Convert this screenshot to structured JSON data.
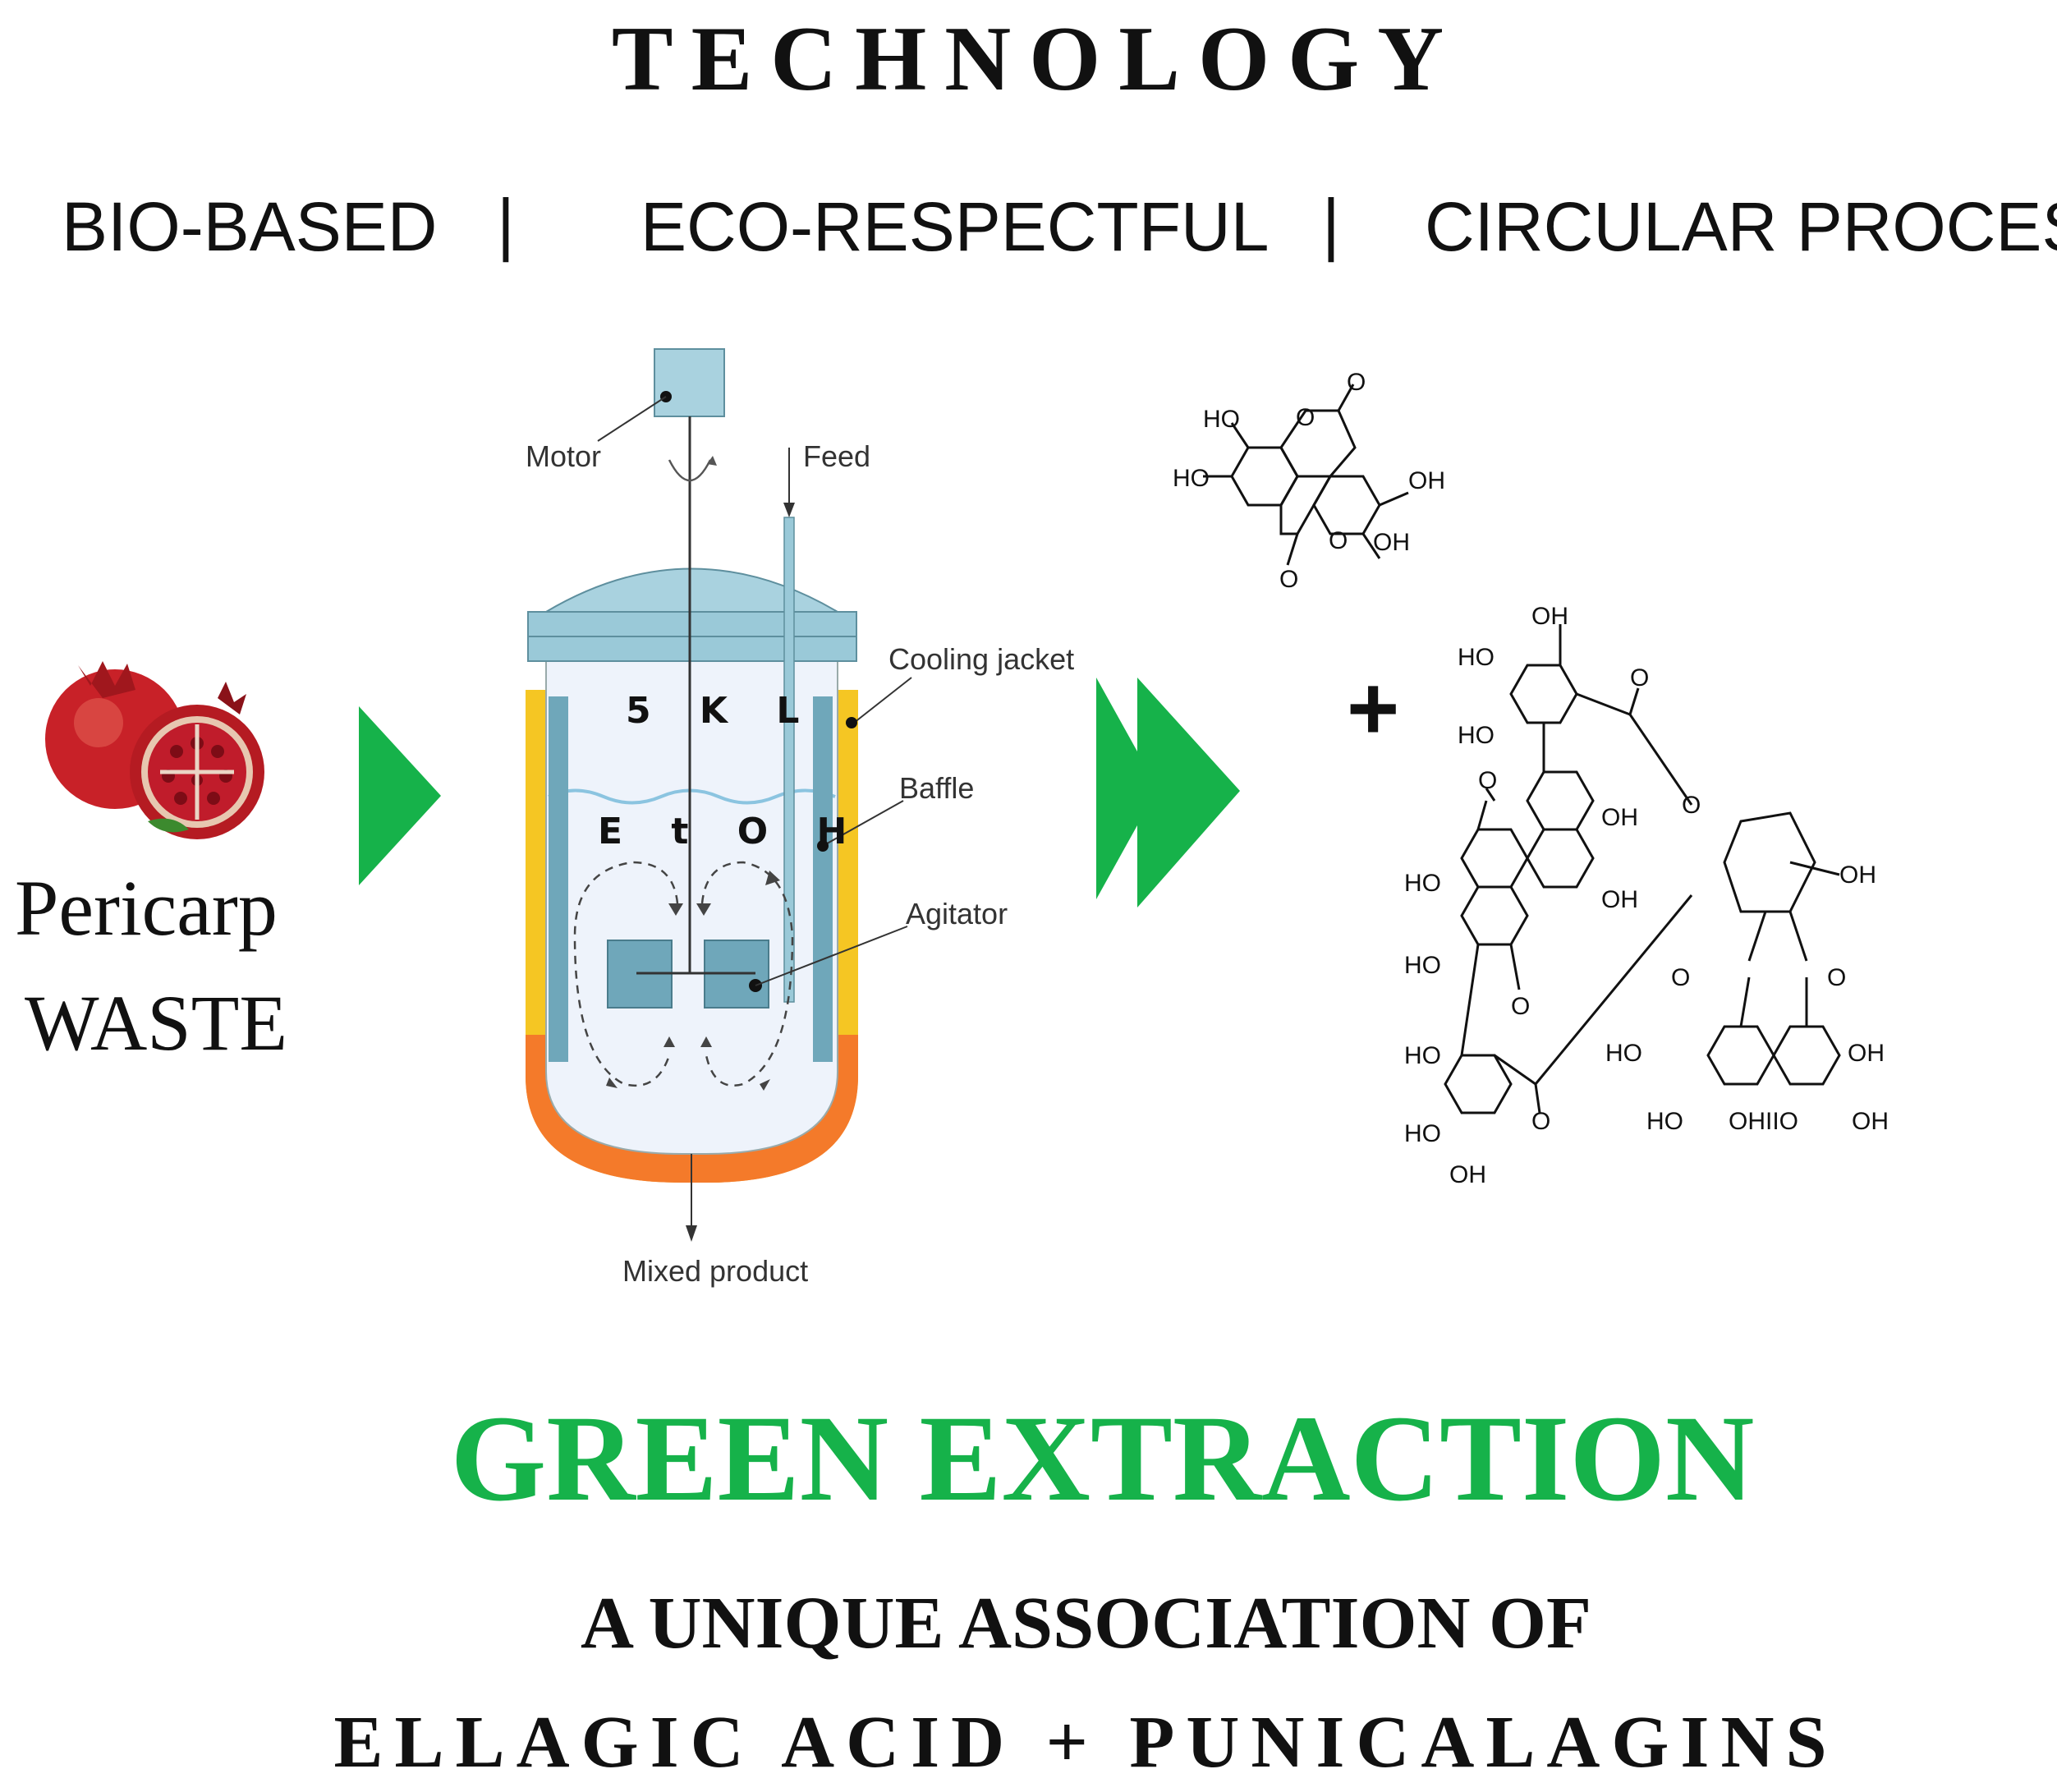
{
  "header": {
    "title": "TECHNOLOGY",
    "tags": [
      "BIO-BASED",
      "ECO-RESPECTFUL",
      "CIRCULAR PROCESS"
    ],
    "separator": "|"
  },
  "input": {
    "line1": "Pericarp",
    "line2": "WASTE",
    "image_icon": "pomegranate-icon"
  },
  "reactor": {
    "labels": {
      "motor": "Motor",
      "feed": "Feed",
      "cooling_jacket": "Cooling jacket",
      "baffle": "Baffle",
      "agitator": "Agitator",
      "mixed_product": "Mixed product"
    },
    "volume": "5 K L",
    "solvent": "E t O H"
  },
  "output": {
    "plus": "+",
    "molecules": [
      "ellagic-acid-structure-icon",
      "punicalagin-structure-icon"
    ],
    "groups": {
      "ho": "HO",
      "oh": "OH",
      "o": "O",
      "oh_hashed": "OHIIO"
    }
  },
  "footer": {
    "headline": "GREEN EXTRACTION",
    "line1": "A UNIQUE ASSOCIATION OF",
    "line2": "ELLAGIC ACID + PUNICALAGINS"
  },
  "colors": {
    "accent_green": "#16b24a",
    "reactor_blue": "#8fc4d4",
    "jacket_yellow": "#f5c623",
    "jacket_orange": "#f47a2a"
  }
}
